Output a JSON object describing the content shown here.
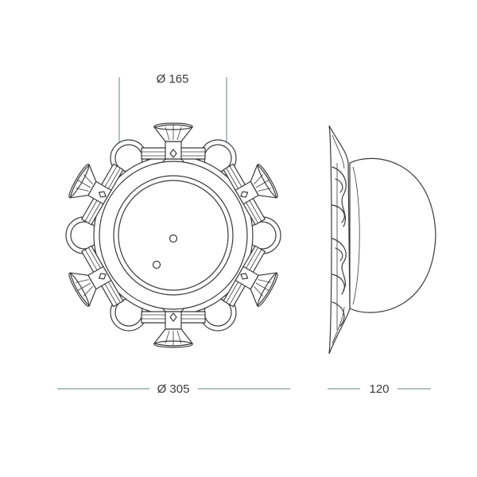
{
  "dimensions": {
    "inner_diameter": "Ø 165",
    "outer_diameter": "Ø 305",
    "depth": "120"
  }
}
